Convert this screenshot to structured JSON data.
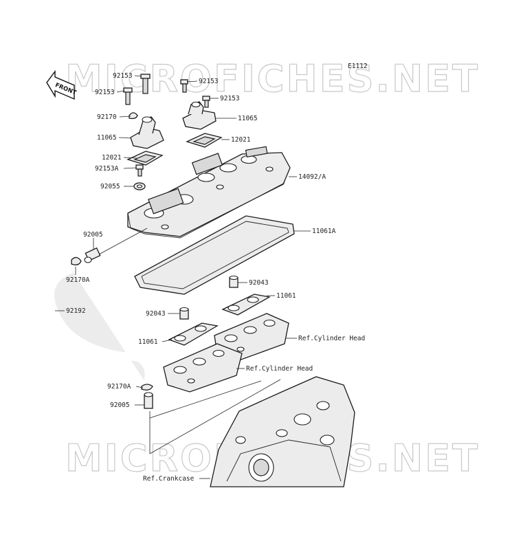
{
  "diagram_code": "E1112",
  "watermark": "MICROFICHES.NET",
  "front_arrow": "FRONT",
  "labels": {
    "p92153_a": "92153",
    "p92153_b": "92153",
    "p92153_c": "92153",
    "p92153_d": "92153",
    "p92170": "92170",
    "p11065_a": "11065",
    "p11065_b": "11065",
    "p12021_a": "12021",
    "p12021_b": "12021",
    "p92153A": "92153A",
    "p92055": "92055",
    "p14092A": "14092/A",
    "p11061A": "11061A",
    "p92005_a": "92005",
    "p92170A_a": "92170A",
    "p92192": "92192",
    "p92043_a": "92043",
    "p92043_b": "92043",
    "p11061_a": "11061",
    "p11061_b": "11061",
    "ref_cyl_a": "Ref.Cylinder Head",
    "ref_cyl_b": "Ref.Cylinder Head",
    "p92170A_b": "92170A",
    "p92005_b": "92005",
    "ref_crank": "Ref.Crankcase"
  }
}
